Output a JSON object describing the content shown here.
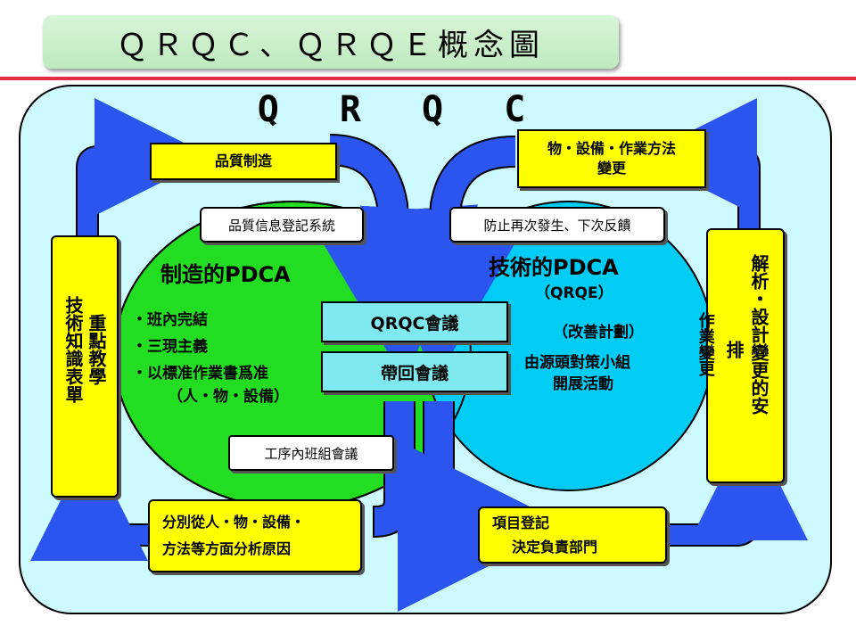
{
  "title": "ＱＲＱＣ、ＱＲＱＥ概念圖",
  "qrqc_heading": "Q R Q C",
  "top_left_box": "品質制造",
  "top_right_box": [
    "物・設備・作業方法",
    "變更"
  ],
  "left_info": "品質信息登記系統",
  "right_info": "防止再次發生、下次反饋",
  "left_circle": {
    "heading": "制造的PDCA",
    "items": [
      "・班內完結",
      "・三現主義",
      "・以標准作業書爲准",
      "（人・物・設備）"
    ]
  },
  "right_circle": {
    "heading": "技術的PDCA",
    "sub": "（QRQE）",
    "plan": "（改善計劃）",
    "activity": [
      "由源頭對策小組",
      "開展活動"
    ]
  },
  "center_meeting": "QRQC會議",
  "center_return": "帶回會議",
  "inner_meeting": "工序內班組會議",
  "left_vertical_col1": "技術知識表單",
  "left_vertical_col2": "重點教學",
  "right_vertical_main": "解析・設計變更的安",
  "right_vertical_arrange": "排",
  "right_vertical_change": "作業變更",
  "bottom_left_box": [
    "分別從人・物・設備・",
    "方法等方面分析原因"
  ],
  "bottom_right_box": [
    "項目登記",
    "決定負責部門"
  ],
  "colors": {
    "arrow": "#2b55ee",
    "left_circle": "#22dd22",
    "right_circle": "#00ccf5",
    "frame": "#ccfaff",
    "box": "#ffff00"
  }
}
